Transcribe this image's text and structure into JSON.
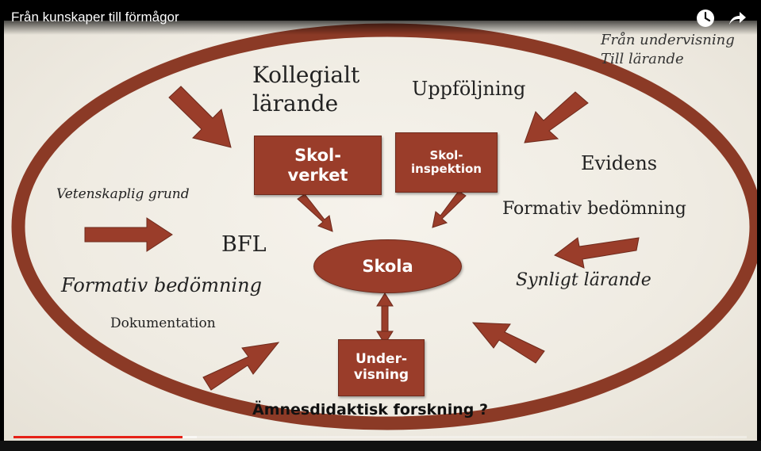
{
  "video": {
    "title": "Från kunskaper till förmågor",
    "progress_played": 0.23,
    "progress_buffered": 0.25
  },
  "top_controls": {
    "watch_later_icon": "clock-icon",
    "share_icon": "share-arrow-icon"
  },
  "slide": {
    "corner_note_line1": "Från undervisning",
    "corner_note_line2": "Till lärande",
    "kollegialt_line1": "Kollegialt",
    "kollegialt_line2": "lärande",
    "uppfoljning": "Uppföljning",
    "evidens": "Evidens",
    "formativ_right": "Formativ bedömning",
    "synligt": "Synligt lärande",
    "vetenskaplig": "Vetenskaplig grund",
    "bfl": "BFL",
    "formativ_left": "Formativ bedömning",
    "dokumentation": "Dokumentation",
    "amnesdidaktisk": "Ämnesdidaktisk forskning ?",
    "skolverket_line1": "Skol-",
    "skolverket_line2": "verket",
    "skolinspektion_line1": "Skol-",
    "skolinspektion_line2": "inspektion",
    "skola": "Skola",
    "undervisning_line1": "Under-",
    "undervisning_line2": "visning",
    "colors": {
      "accent": "#9a3d2a",
      "ring": "#8b3a26",
      "background": "#f1eee6"
    }
  }
}
